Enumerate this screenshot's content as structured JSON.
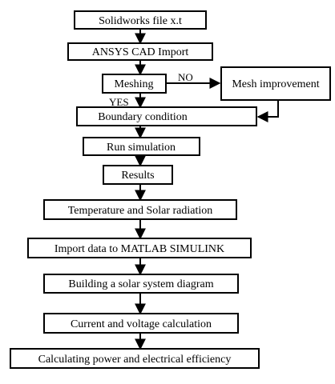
{
  "nodes": {
    "solidworks": "Solidworks file x.t",
    "ansys": "ANSYS CAD Import",
    "meshing": "Meshing",
    "mesh_improvement": "Mesh improvement",
    "boundary": "Boundary condition",
    "run": "Run simulation",
    "results": "Results",
    "temperature": "Temperature and Solar radiation",
    "import_matlab": "Import data to MATLAB SIMULINK",
    "building": "Building a solar system diagram",
    "current_voltage": "Current and voltage calculation",
    "power": "Calculating power and electrical efficiency"
  },
  "labels": {
    "no": "NO",
    "yes": "YES"
  },
  "colors": {
    "stroke": "#000000",
    "fill": "#ffffff"
  }
}
